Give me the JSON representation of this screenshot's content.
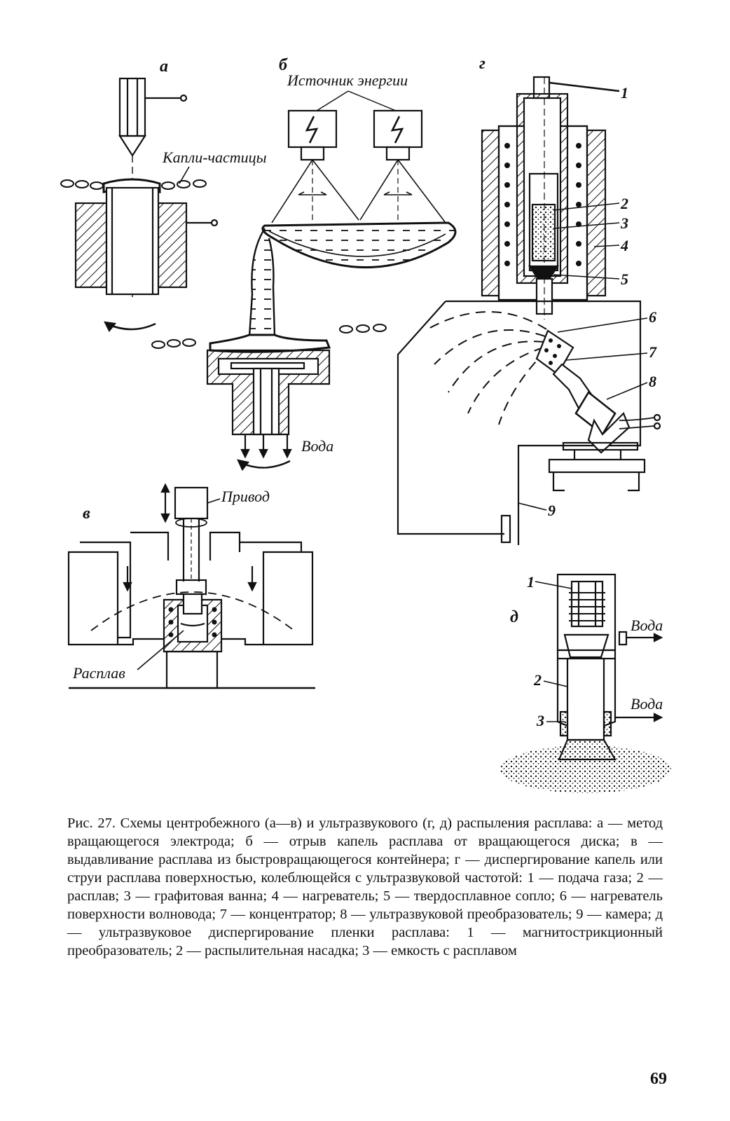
{
  "figure": {
    "panel_a": {
      "letter": "а",
      "droplets_label": "Капли-частицы"
    },
    "panel_b": {
      "letter": "б",
      "energy_source_label": "Источник энергии",
      "water_label": "Вода"
    },
    "panel_v": {
      "letter": "в",
      "drive_label": "Привод",
      "melt_label": "Расплав"
    },
    "panel_g": {
      "letter": "г",
      "callouts": [
        "1",
        "2",
        "3",
        "4",
        "5",
        "6",
        "7",
        "8",
        "9"
      ]
    },
    "panel_d": {
      "letter": "д",
      "water_label_1": "Вода",
      "water_label_2": "Вода",
      "callouts": [
        "1",
        "2",
        "3"
      ]
    }
  },
  "caption": {
    "text": "Рис. 27. Схемы центробежного (а—в) и ультразвукового (г, д) распыления расплава: а — метод вращающегося электрода; б — отрыв капель расплава от вращающегося диска; в — выдавливание расплава из быстровращающегося контейнера; г — диспергирование капель или струи расплава поверхностью, колеблющейся с ультразвуковой частотой: 1 — подача газа; 2 — расплав; 3 — графитовая ванна; 4 — нагреватель; 5 — твердосплавное сопло; 6 — нагреватель поверхности волновода; 7 — концентратор; 8 — ультразвуковой преобразователь; 9 — камера; д — ультразвуковое диспергирование пленки расплава: 1 — магнитострикционный преобразователь; 2 — распылительная насадка; 3 — емкость с расплавом"
  },
  "page_number": "69"
}
